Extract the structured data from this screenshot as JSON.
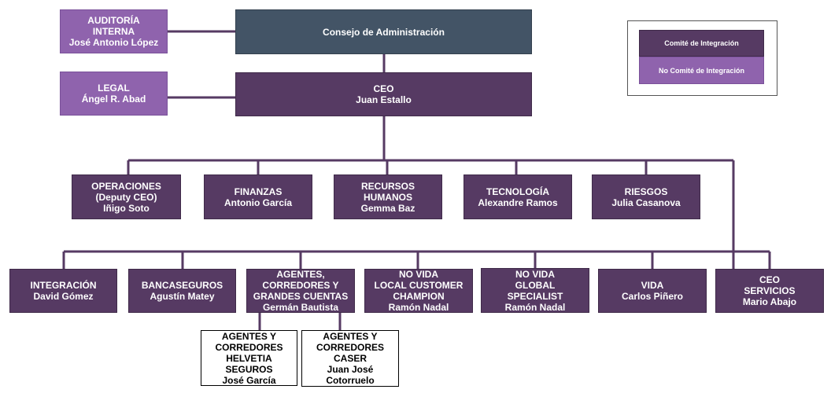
{
  "board": [
    "Consejo de Administración"
  ],
  "audit": [
    "AUDITORÍA",
    "INTERNA",
    "José Antonio López"
  ],
  "legal": [
    "LEGAL",
    "Ángel R. Abad"
  ],
  "ceo": [
    "CEO",
    "Juan Estallo"
  ],
  "row1": [
    [
      "OPERACIONES",
      "(Deputy CEO)",
      "Iñigo Soto"
    ],
    [
      "FINANZAS",
      "Antonio García"
    ],
    [
      "RECURSOS",
      "HUMANOS",
      "Gemma Baz"
    ],
    [
      "TECNOLOGÍA",
      "Alexandre Ramos"
    ],
    [
      "RIESGOS",
      "Julia Casanova"
    ]
  ],
  "row2": [
    [
      "INTEGRACIÓN",
      "David Gómez"
    ],
    [
      "BANCASEGUROS",
      "Agustín Matey"
    ],
    [
      "AGENTES,",
      "CORREDORES Y",
      "GRANDES CUENTAS",
      "Germán Bautista"
    ],
    [
      "NO VIDA",
      "LOCAL CUSTOMER",
      "CHAMPION",
      "Ramón Nadal"
    ],
    [
      "NO VIDA",
      "GLOBAL",
      "SPECIALIST",
      "Ramón Nadal"
    ],
    [
      "VIDA",
      "Carlos Piñero"
    ],
    [
      "CEO",
      "SERVICIOS",
      "Mario Abajo"
    ]
  ],
  "row3": [
    [
      "AGENTES Y",
      "CORREDORES",
      "HELVETIA",
      "SEGUROS",
      "José García"
    ],
    [
      "AGENTES Y",
      "CORREDORES",
      "CASER",
      "Juan José",
      "Cotorruelo"
    ]
  ],
  "legend": {
    "integration": "Comité de Integración",
    "non_integration": "No Comité de Integración"
  },
  "colors": {
    "committee": "#563a63",
    "non_committee": "#8f63ad",
    "board": "#435466",
    "connector": "#563a63"
  }
}
